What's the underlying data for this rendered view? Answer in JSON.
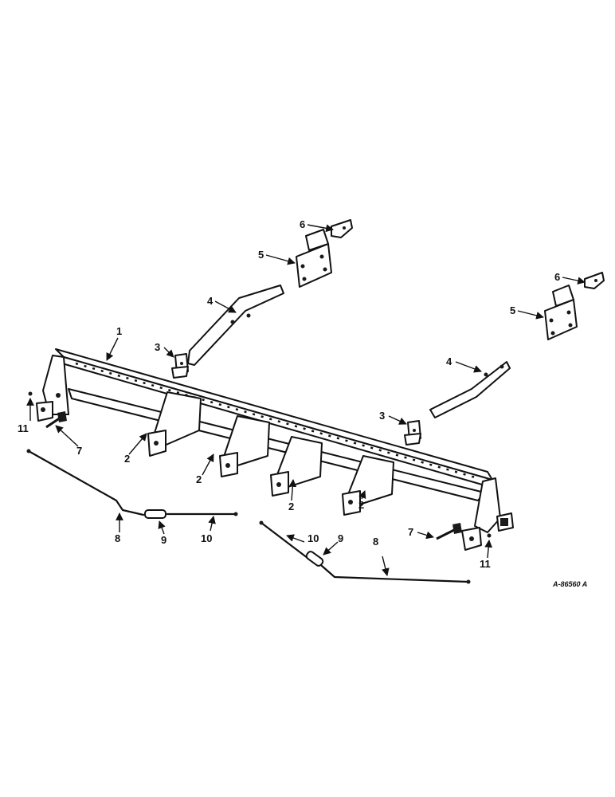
{
  "figure": {
    "reference_number": "A-86560 A",
    "callouts": {
      "c1": "1",
      "c2a": "2",
      "c2b": "2",
      "c2c": "2",
      "c2d": "2",
      "c3a": "3",
      "c3b": "3",
      "c4a": "4",
      "c4b": "4",
      "c5a": "5",
      "c5b": "5",
      "c6a": "6",
      "c6b": "6",
      "c7a": "7",
      "c7b": "7",
      "c8a": "8",
      "c8b": "8",
      "c9a": "9",
      "c9b": "9",
      "c10a": "10",
      "c10b": "10",
      "c11a": "11",
      "c11b": "11"
    }
  }
}
